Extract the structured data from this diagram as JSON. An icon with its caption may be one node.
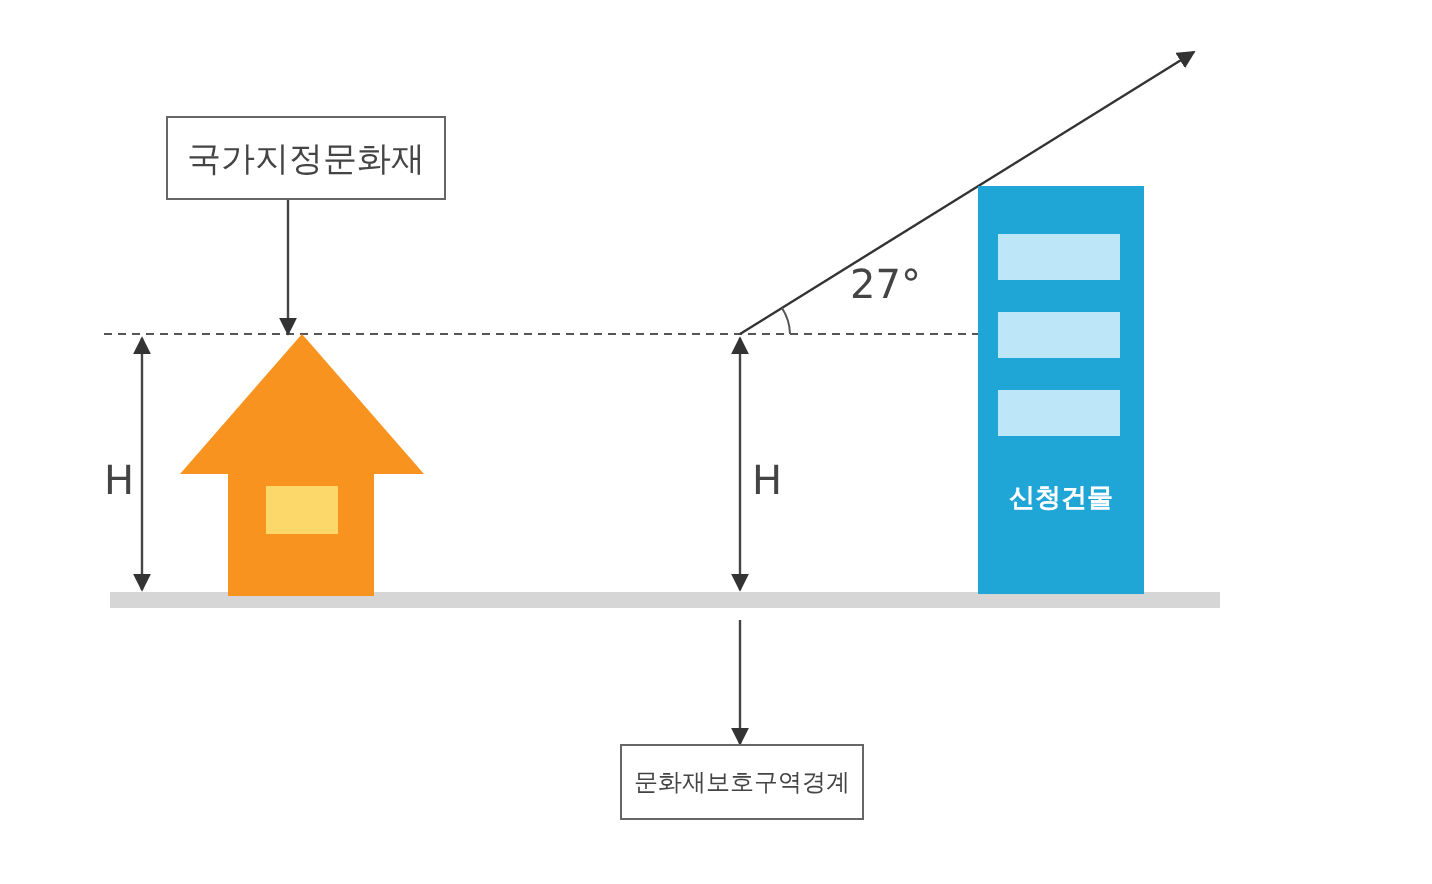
{
  "diagram": {
    "nodes": [
      {
        "text": [
          "국가지정문화재"
        ]
      },
      {
        "text": [],
        "shape": "house"
      },
      {
        "text": [
          "신청건물"
        ]
      },
      {
        "text": [
          "문화재보호구역경계"
        ]
      }
    ],
    "edges": [
      {
        "from": 0,
        "to": 1,
        "arrow": "to"
      },
      {
        "from": null,
        "to": 3,
        "arrow": "to"
      }
    ],
    "labels": [
      "H",
      "H",
      "27°"
    ]
  }
}
